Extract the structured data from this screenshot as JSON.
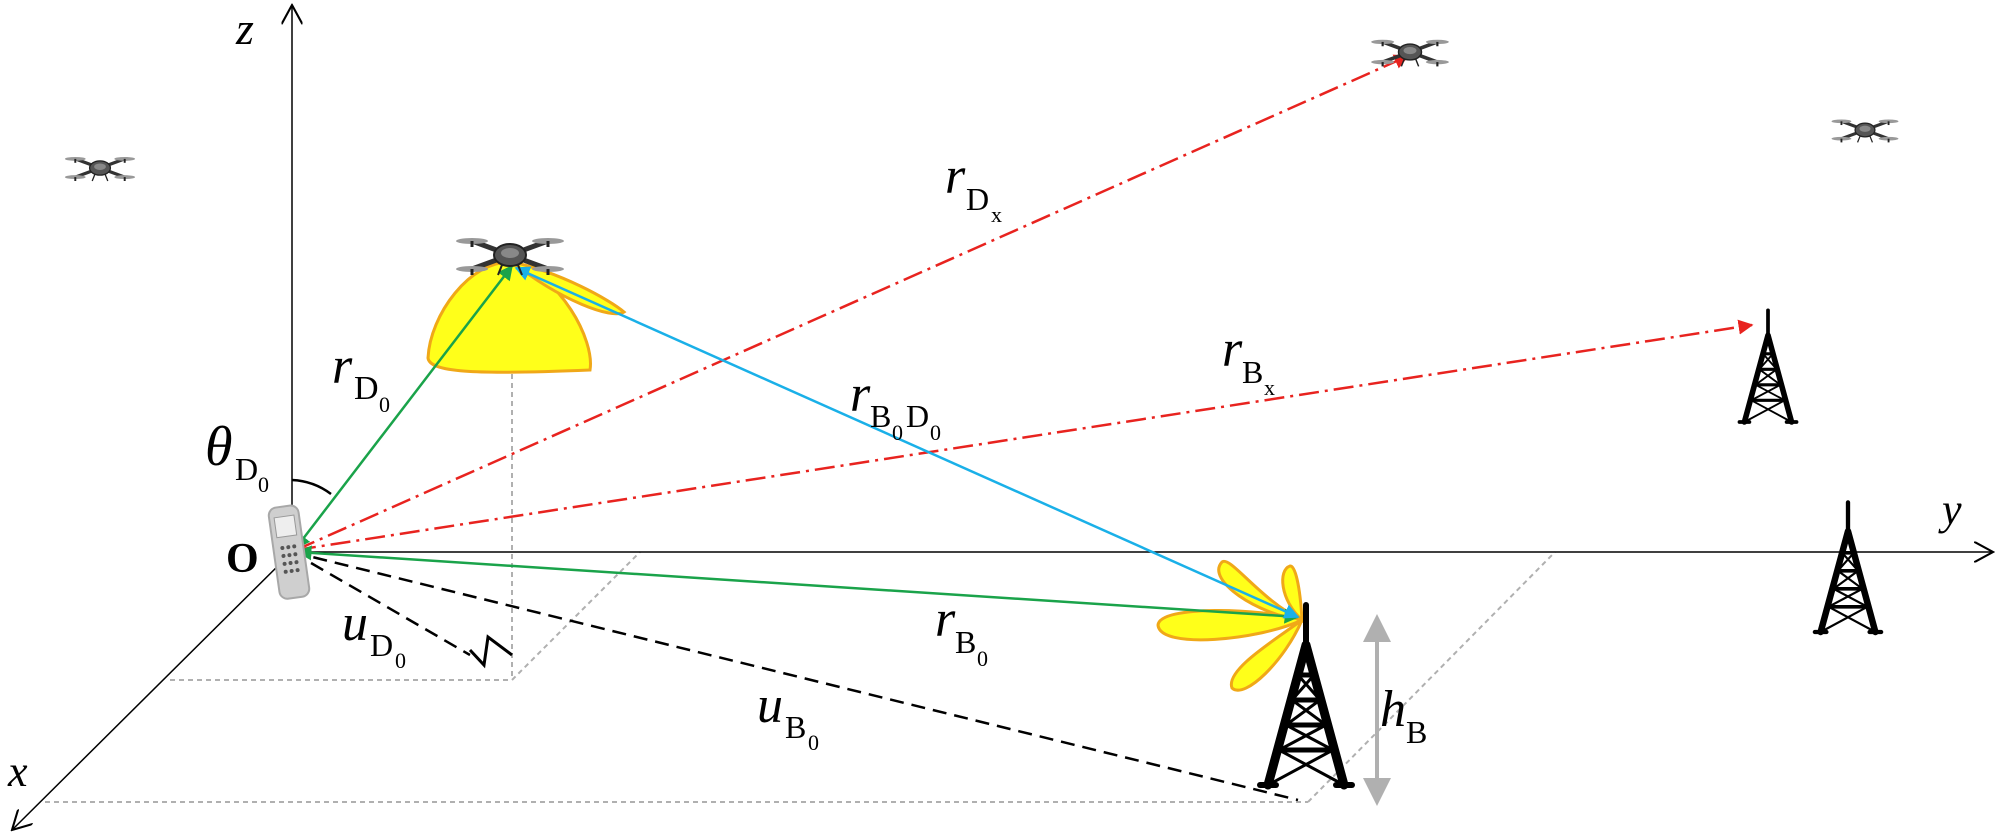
{
  "axes": {
    "x": "x",
    "y": "y",
    "z": "z",
    "origin": "O"
  },
  "labels": {
    "r_D0": {
      "main": "r",
      "sub": "D",
      "subsub": "0"
    },
    "r_Dx": {
      "main": "r",
      "sub": "D",
      "subsub": "x"
    },
    "r_Bx": {
      "main": "r",
      "sub": "B",
      "subsub": "x"
    },
    "r_B0D0": {
      "main": "r",
      "sub": "B",
      "subsub": "0",
      "sub2": "D",
      "subsub2": "0"
    },
    "r_B0": {
      "main": "r",
      "sub": "B",
      "subsub": "0"
    },
    "u_D0": {
      "main": "u",
      "sub": "D",
      "subsub": "0"
    },
    "u_B0": {
      "main": "u",
      "sub": "B",
      "subsub": "0"
    },
    "theta_D0": {
      "main": "θ",
      "sub": "D",
      "subsub": "0"
    },
    "h_B": {
      "main": "h",
      "sub": "B"
    }
  },
  "colors": {
    "green_link": "#1aa34a",
    "blue_link": "#1ab0e8",
    "red_link": "#e8231f",
    "beam_fill": "#ffff1a",
    "beam_stroke": "#f0a818",
    "guide_gray": "#b0b0b0"
  },
  "icons": {
    "drone": "drone-icon",
    "tower": "cell-tower-icon",
    "phone": "mobile-phone-icon"
  }
}
